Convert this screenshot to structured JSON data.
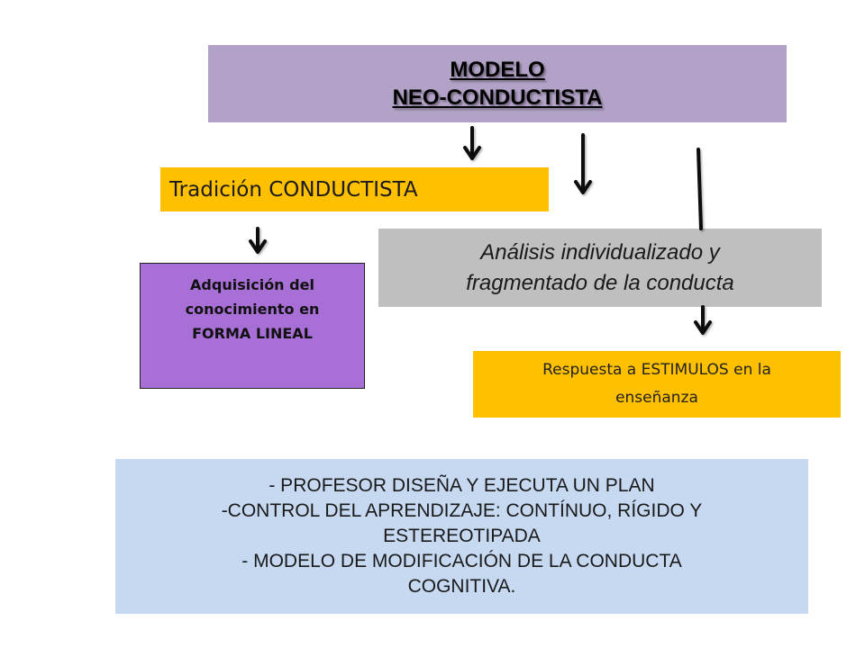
{
  "diagram": {
    "title": {
      "line1": "MODELO",
      "line2": "NEO-CONDUCTISTA",
      "color": "#b3a2c7"
    },
    "tradicion": {
      "text": "Tradición CONDUCTISTA",
      "color": "#ffc000"
    },
    "analisis": {
      "text": "  Análisis  individualizado y\nfragmentado de la conducta",
      "color": "#bfbfbf"
    },
    "adquisicion": {
      "text": "    Adquisición del\nconocimiento en\nFORMA LINEAL",
      "color": "#a86fd6"
    },
    "respuesta": {
      "text": "Respuesta a ESTIMULOS en la\nenseñanza",
      "color": "#ffc000"
    },
    "summary": {
      "text": "- PROFESOR DISEÑA Y EJECUTA UN PLAN\n-CONTROL DEL APRENDIZAJE: CONTÍNUO, RÍGIDO Y\nESTEREOTIPADA\n- MODELO DE MODIFICACIÓN DE LA CONDUCTA\nCOGNITIVA.",
      "color": "#c6d9f1"
    }
  }
}
